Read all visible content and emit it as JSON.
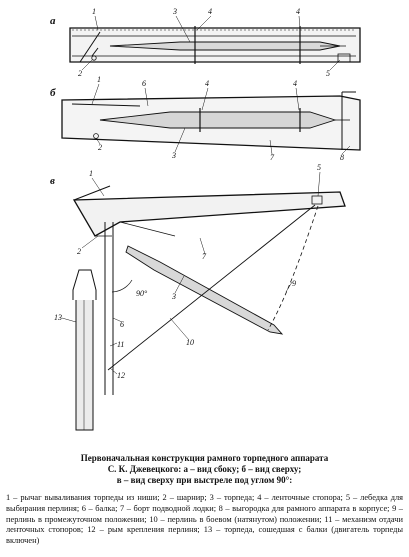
{
  "figure": {
    "panels": {
      "a": "а",
      "b": "б",
      "v": "в"
    },
    "callouts": {
      "a": [
        "1",
        "2",
        "3",
        "4",
        "4",
        "5"
      ],
      "b": [
        "1",
        "2",
        "6",
        "4",
        "4",
        "3",
        "7",
        "8"
      ],
      "v": [
        "1",
        "2",
        "5",
        "7",
        "3",
        "9",
        "90°",
        "10",
        "13",
        "6",
        "11",
        "12"
      ]
    },
    "caption": {
      "line1": "Первоначальная конструкция рамного торпедного аппарата",
      "line2": "С. К. Джевецкого: а – вид сбоку; б – вид сверху;",
      "line3": "в – вид сверху при выстреле под углом 90°:"
    },
    "legend": "1 – рычаг вываливания торпеды из ниши; 2 – шарнир; 3 – торпеда; 4 – ленточные стопора; 5 – лебедка для выбирания перлиня; 6 – балка; 7 – борт подводной лодки; 8 – выгородка для рамного аппарата в корпусе; 9 – перлинь в промежуточном положении; 10 – перлинь в боевом (натянутом) положении; 11 – механизм отдачи ленточных стопоров; 12 – рым крепления перлиня; 13 – торпеда, сошедшая с балки (двигатель торпеды включен)"
  }
}
